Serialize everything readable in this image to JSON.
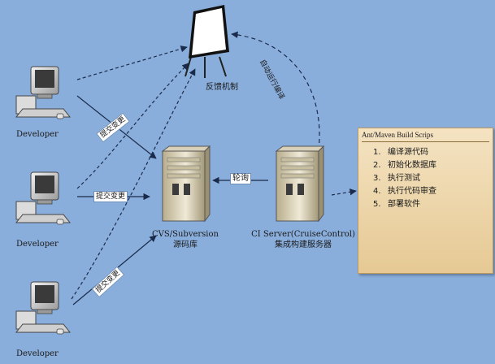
{
  "developers": [
    {
      "label": "Developer"
    },
    {
      "label": "Developer"
    },
    {
      "label": "Developer"
    }
  ],
  "feedback": {
    "label": "反馈机制"
  },
  "repo": {
    "line1": "CVS/Subversion",
    "line2": "源码库"
  },
  "ci_server": {
    "line1": "CI Server(CruiseControl)",
    "line2": "集成构建服务器"
  },
  "edges": {
    "commit_labels": [
      "提交变更",
      "提交变更",
      "提交变更"
    ],
    "poll": "轮询",
    "feedback_arc": "自动运行编译"
  },
  "build_panel": {
    "title": "Ant/Maven Build Scrips",
    "steps": [
      {
        "num": "1.",
        "text": "编译源代码"
      },
      {
        "num": "2.",
        "text": "初始化数据库"
      },
      {
        "num": "3.",
        "text": "执行测试"
      },
      {
        "num": "4.",
        "text": "执行代码审查"
      },
      {
        "num": "5.",
        "text": "部署软件"
      }
    ]
  },
  "colors": {
    "background": "#8aaedb",
    "panel": "#f0d9ad",
    "line": "#1a2a4a"
  }
}
